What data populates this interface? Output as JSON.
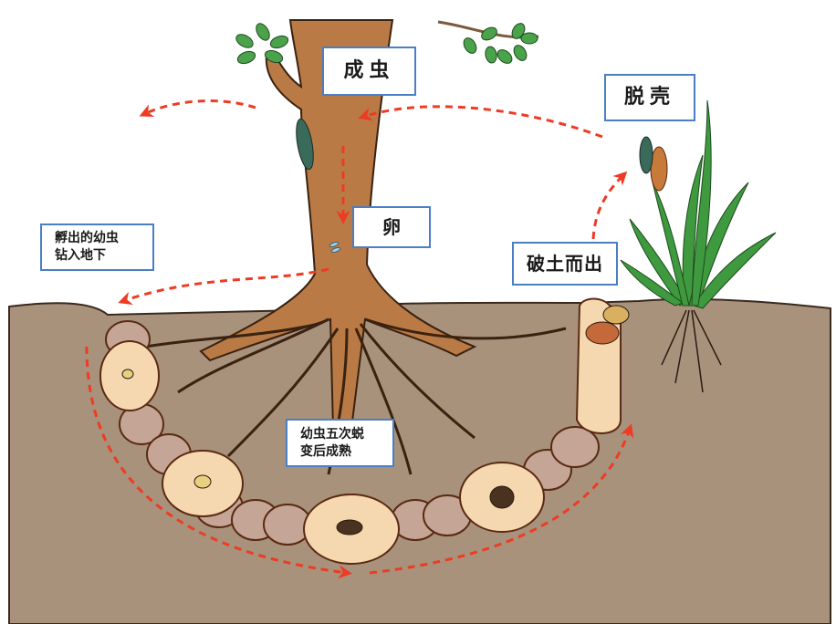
{
  "diagram": {
    "subject": "cicada life cycle",
    "labels": {
      "adult": "成虫",
      "molt": "脱壳",
      "egg": "卵",
      "hatch_line1": "孵出的幼虫",
      "hatch_line2": "钻入地下",
      "emerge": "破土而出",
      "nymph_line1": "幼虫五次蜕",
      "nymph_line2": "变后成熟"
    },
    "stages_order": [
      "成虫",
      "卵",
      "孵出的幼虫钻入地下",
      "幼虫五次蜕变后成熟",
      "破土而出",
      "脱壳"
    ],
    "colors": {
      "soil": "#a8927c",
      "chamber_fill": "#f6d8b0",
      "chamber_outline": "#5a2a12",
      "old_chamber": "#c4a596",
      "trunk": "#b97a45",
      "leaf": "#4aa34a",
      "arrow": "#ee3b23",
      "label_border": "#4a7fc4"
    }
  }
}
